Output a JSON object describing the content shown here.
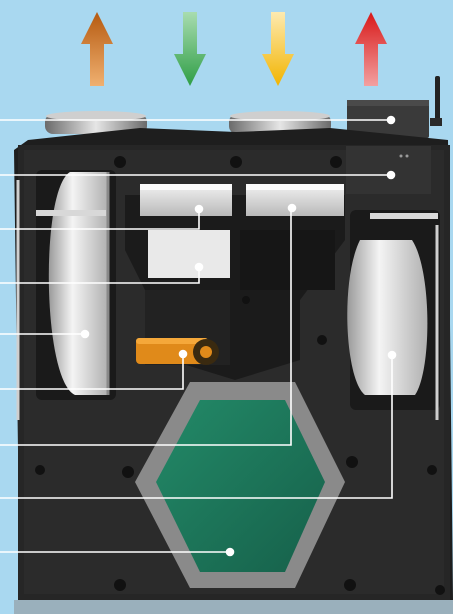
{
  "arrows": [
    {
      "id": "extract-air-arrow",
      "direction": "up",
      "color_top": "#b55a10",
      "color_bottom": "#e8a060"
    },
    {
      "id": "fresh-air-arrow",
      "direction": "down",
      "color_top": "#8fd29a",
      "color_bottom": "#2f9e46"
    },
    {
      "id": "supply-air-arrow",
      "direction": "down",
      "color_top": "#fde7a0",
      "color_bottom": "#f2b400"
    },
    {
      "id": "exhaust-air-arrow",
      "direction": "up",
      "color_top": "#d81818",
      "color_bottom": "#f06a6a"
    }
  ],
  "callouts": [
    "antenna-module-callout",
    "control-box-callout",
    "left-filter-callout",
    "bypass-flap-callout",
    "left-fan-callout",
    "damper-motor-callout",
    "right-filter-callout",
    "right-fan-callout",
    "heat-exchanger-callout"
  ],
  "colors": {
    "background": "#a9d8f0",
    "housing": "#1e1e1e",
    "insulation": "#2b2b2b",
    "exchanger": "#1e7a5e",
    "exchanger_frame": "#8a8a8a",
    "actuator": "#e08a1a",
    "callout_line": "#ffffff"
  }
}
